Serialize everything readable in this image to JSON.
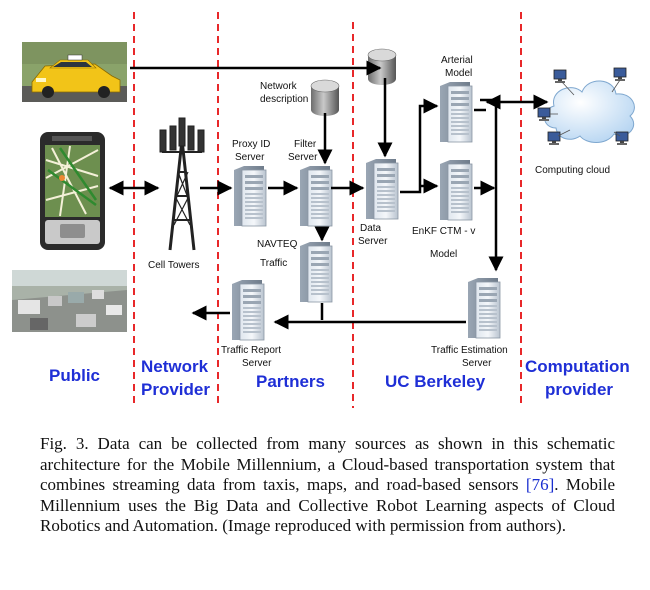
{
  "zones": {
    "public": "Public",
    "network_provider_1": "Network",
    "network_provider_2": "Provider",
    "partners": "Partners",
    "uc_berkeley": "UC Berkeley",
    "computation_provider_1": "Computation",
    "computation_provider_2": "provider"
  },
  "labels": {
    "network_description_1": "Network",
    "network_description_2": "description",
    "proxy_id_1": "Proxy ID",
    "proxy_id_2": "Server",
    "filter_1": "Filter",
    "filter_2": "Server",
    "arterial_1": "Arterial",
    "arterial_2": "Model",
    "data_server_1": "Data",
    "data_server_2": "Server",
    "enkf_1": "EnKF CTM - v",
    "enkf_2": "Model",
    "navteq_1": "NAVTEQ",
    "navteq_2": "Traffic",
    "cell_towers": "Cell Towers",
    "computing_cloud": "Computing cloud",
    "traffic_report_1": "Traffic Report",
    "traffic_report_2": "Server",
    "traffic_estimation_1": "Traffic Estimation",
    "traffic_estimation_2": "Server"
  },
  "caption": {
    "prefix": "Fig. 3.  Data can be collected from many sources as shown in this schematic architecture for the Mobile Millennium, a Cloud-based transportation system that combines streaming data from taxis, maps, and road-based sensors ",
    "ref": "[76]",
    "suffix": ". Mobile Millennium uses the Big Data and Collective Robot Learning aspects of Cloud Robotics and Automation. (Image reproduced with permission from authors)."
  },
  "colors": {
    "divider": "#e8282a",
    "zone_text": "#1f2fd6",
    "arrow": "#000000"
  }
}
